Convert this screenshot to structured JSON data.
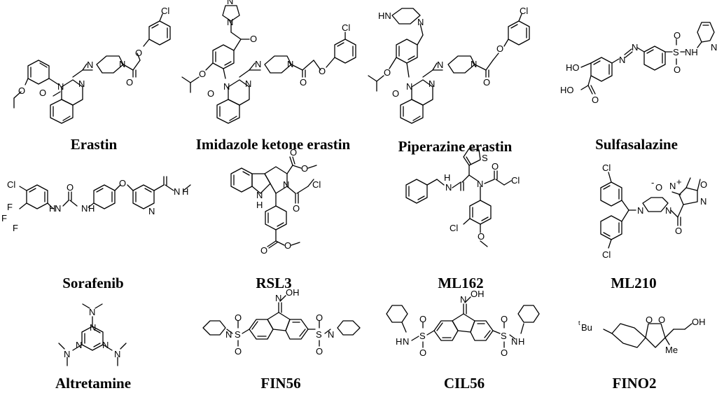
{
  "compounds": [
    {
      "name": "Erastin",
      "atoms": [
        "Cl",
        "O",
        "N",
        "N",
        "O",
        "O",
        "N",
        "O",
        "N"
      ]
    },
    {
      "name": "Imidazole ketone erastin",
      "atoms": [
        "N",
        "N",
        "O",
        "Cl",
        "O",
        "N",
        "N",
        "O",
        "O",
        "N",
        "N",
        "O"
      ]
    },
    {
      "name": "Piperazine erastin",
      "atoms": [
        "HN",
        "N",
        "Cl",
        "O",
        "N",
        "N",
        "O",
        "O",
        "N",
        "N",
        "O"
      ]
    },
    {
      "name": "Sulfasalazine",
      "atoms": [
        "HO",
        "N",
        "N",
        "O",
        "S",
        "O",
        "NH",
        "N",
        "HO",
        "O"
      ]
    },
    {
      "name": "Sorafenib",
      "atoms": [
        "Cl",
        "O",
        "O",
        "F",
        "F",
        "F",
        "N",
        "H",
        "N",
        "H",
        "N",
        "N",
        "H"
      ]
    },
    {
      "name": "RSL3",
      "atoms": [
        "O",
        "O",
        "N",
        "H",
        "N",
        "Cl",
        "O",
        "O",
        "O"
      ]
    },
    {
      "name": "ML162",
      "atoms": [
        "S",
        "H",
        "N",
        "N",
        "O",
        "Cl",
        "Cl",
        "O"
      ]
    },
    {
      "name": "ML210",
      "atoms": [
        "Cl",
        "O",
        "-",
        "N",
        "+",
        "O",
        "N",
        "N",
        "N",
        "O",
        "Cl"
      ]
    },
    {
      "name": "Altretamine",
      "atoms": [
        "N",
        "N",
        "N",
        "N",
        "N",
        "N"
      ]
    },
    {
      "name": "FIN56",
      "atoms": [
        "N",
        "OH",
        "N",
        "S",
        "O",
        "O",
        "S",
        "O",
        "O",
        "N"
      ]
    },
    {
      "name": "CIL56",
      "atoms": [
        "N",
        "OH",
        "H",
        "N",
        "S",
        "O",
        "O",
        "S",
        "O",
        "O",
        "N",
        "H"
      ]
    },
    {
      "name": "FINO2",
      "atoms": [
        "t",
        "Bu",
        "O",
        "O",
        "OH",
        "Me"
      ]
    }
  ]
}
